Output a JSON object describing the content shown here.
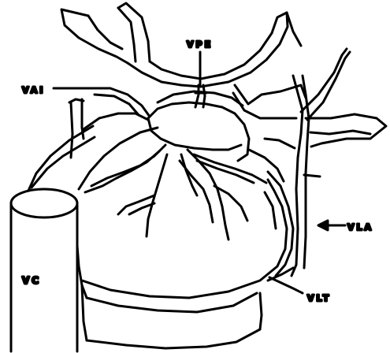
{
  "labels": {
    "vpe": "VPE",
    "vai": "VAI",
    "vla": "VLA",
    "vc": "VC",
    "vlt": "VLT"
  },
  "colors": {
    "ink": "#000000",
    "paper": "#ffffff"
  }
}
